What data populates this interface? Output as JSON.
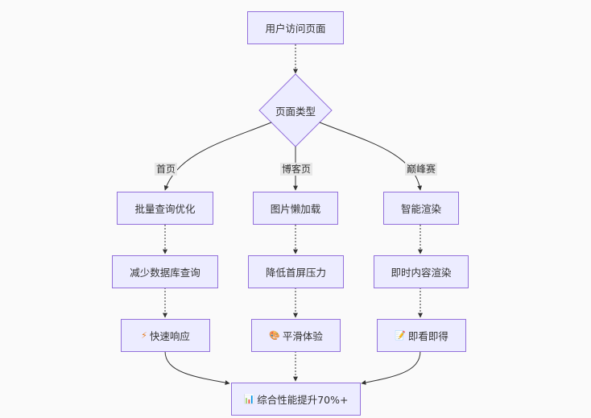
{
  "nodes": {
    "start": "用户访问页面",
    "decision": "页面类型",
    "home_1": "批量查询优化",
    "home_2": "减少数据库查询",
    "home_3": "快速响应",
    "home_3_icon": "⚡",
    "blog_1": "图片懒加载",
    "blog_2": "降低首屏压力",
    "blog_3": "平滑体验",
    "blog_3_icon": "🎨",
    "peak_1": "智能渲染",
    "peak_2": "即时内容渲染",
    "peak_3": "即看即得",
    "peak_3_icon": "📝",
    "result": "综合性能提升70%+",
    "result_icon": "📊"
  },
  "edges": {
    "home": "首页",
    "blog": "博客页",
    "peak": "巅峰赛"
  },
  "colors": {
    "node_fill": "#ececff",
    "node_border": "#9370db",
    "edge": "#333333",
    "label_bg": "#e8e8e8"
  }
}
